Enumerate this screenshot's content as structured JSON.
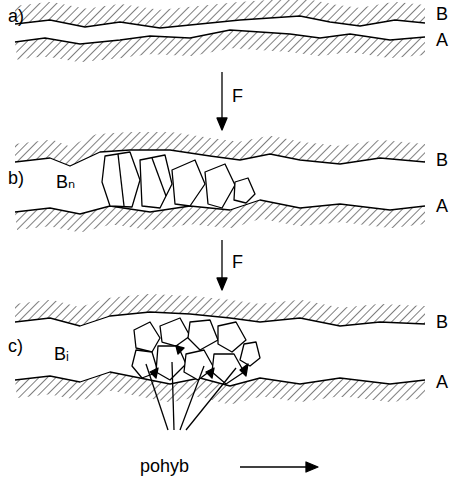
{
  "diagram": {
    "labels": [
      "a)",
      "B",
      "A",
      "F",
      "b)",
      "Bₙ",
      "B",
      "A",
      "F",
      "c)",
      "Bᵢ",
      "B",
      "A",
      "pohyb"
    ]
  }
}
